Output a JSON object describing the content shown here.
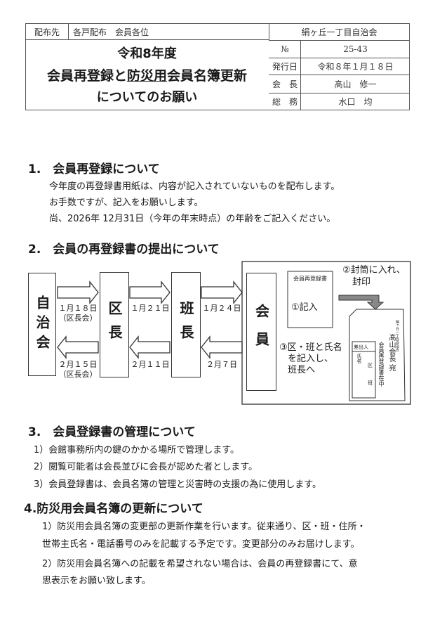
{
  "header": {
    "distribution_label": "配布先",
    "distribution_value": "各戸配布　会員各位",
    "organization": "絹ヶ丘一丁目自治会",
    "title_line1": "令和8年度",
    "title_line2_a": "会員再登録と",
    "title_line2_b": "防災用",
    "title_line2_c": "会員名簿更新",
    "title_line3": "についてのお願い",
    "rows": [
      {
        "label": "№",
        "value": "25-43"
      },
      {
        "label": "発行日",
        "value": "令和８年１月１８日"
      },
      {
        "label": "会　長",
        "value": "髙山　修一"
      },
      {
        "label": "総　務",
        "value": "水口　均"
      }
    ]
  },
  "section1": {
    "heading": "1.　会員再登録について",
    "lines": [
      "今年度の再登録書用紙は、内容が記入されていないものを配布します。",
      "お手数ですが、記入をお願いします。",
      "尚、2026年 12月31日（今年の年末時点）の年齢をご記入ください。"
    ]
  },
  "section2": {
    "heading": "2.　会員の再登録書の提出について",
    "diagram": {
      "nodes": [
        "自治会",
        "区長",
        "班長",
        "会員"
      ],
      "forward": [
        {
          "date": "１月１８日",
          "note": "（区長会）"
        },
        {
          "date": "１月２１日",
          "note": ""
        },
        {
          "date": "１月２４日",
          "note": ""
        }
      ],
      "back": [
        {
          "date": "２月１５日",
          "note": "（区長会）"
        },
        {
          "date": "２月１１日",
          "note": ""
        },
        {
          "date": "２月７日",
          "note": ""
        }
      ],
      "form_title": "会員再登録書",
      "step1": "①記入",
      "step2_l1": "②封筒に入れ、",
      "step2_l2": "封印",
      "step3": [
        "③区・班と氏名",
        "を記入し、",
        "班長へ"
      ],
      "envelope": {
        "org": "絹ヶ丘一丁目自治会",
        "to": "髙山会長 宛",
        "content": "会員再登録書在中",
        "sender": "差出人",
        "name": "氏名",
        "ku": "区",
        "han": "班"
      }
    }
  },
  "section3": {
    "heading": "3.　会員登録書の管理について",
    "lines": [
      "1）会館事務所内の鍵のかかる場所で管理します。",
      "2）閲覧可能者は会長並びに会長が認めた者とします。",
      "3）会員登録書は、会員名簿の管理と災害時の支援の為に使用します。"
    ]
  },
  "section4": {
    "heading": "4.防災用会員名簿の更新について",
    "lines": [
      "1）防災用会員名簿の変更部の更新作業を行います。従来通り、区・班・住所・",
      "世帯主氏名・電話番号のみを記載する予定です。変更部分のみお届けします。",
      "2）防災用会員名簿への記載を希望されない場合は、会員の再登録書にて、意",
      "思表示をお願い致します。"
    ]
  }
}
